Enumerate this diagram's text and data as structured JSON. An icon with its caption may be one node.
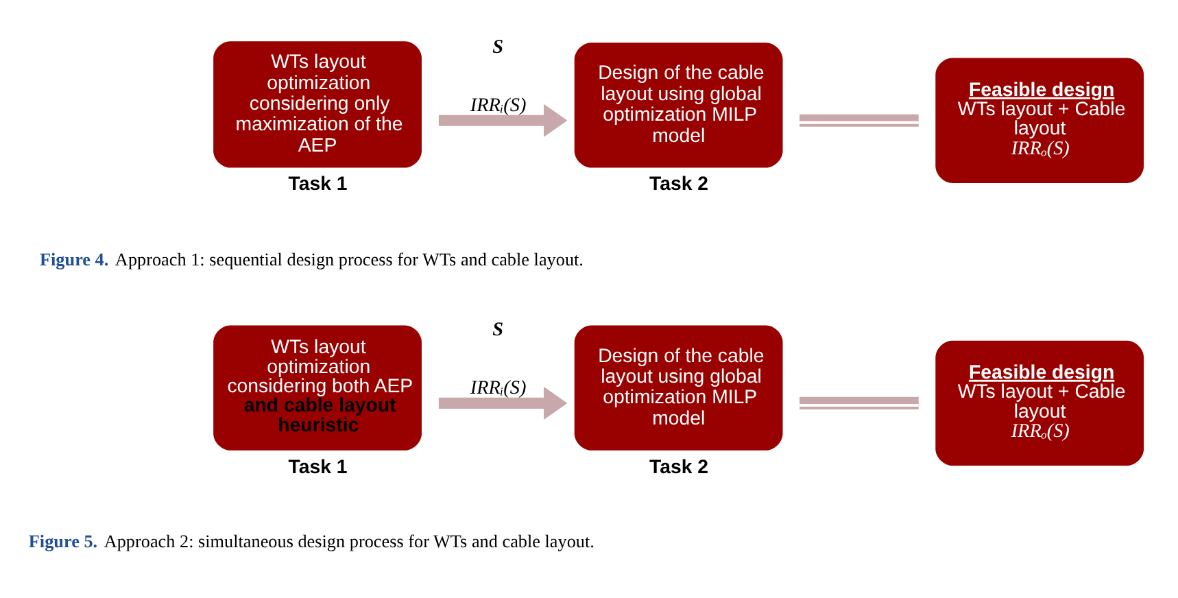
{
  "diagram": {
    "nodes": [
      {
        "text": [
          "WTs layout optimization considering only maximization of the AEP"
        ],
        "beside": [
          "Task 1"
        ]
      },
      {
        "text": [
          "Design of the cable layout using global optimization MILP model"
        ],
        "beside": [
          "Task 2"
        ]
      },
      {
        "text": [
          "Feasible design",
          "WTs layout + Cable layout",
          "IRRₒ(S)"
        ]
      },
      {
        "text": [
          "WTs layout optimization considering both AEP **and cable layout heuristic**"
        ],
        "beside": [
          "Task 1"
        ]
      },
      {
        "text": [
          "Design of the cable layout using global optimization MILP model"
        ],
        "beside": [
          "Task 2"
        ]
      },
      {
        "text": [
          "Feasible design",
          "WTs layout + Cable layout",
          "IRRₒ(S)"
        ]
      }
    ],
    "edges": [
      {
        "from": 0,
        "to": 1,
        "arrow": "to",
        "label": "S"
      },
      {
        "from": 1,
        "to": 2,
        "arrow": "none"
      },
      {
        "from": 3,
        "to": 4,
        "arrow": "to",
        "label": "S"
      },
      {
        "from": 4,
        "to": 5,
        "arrow": "none"
      }
    ],
    "labels": [
      "IRRᵢ(S)",
      "**Figure 4.** Approach 1: sequential design process for WTs and cable layout.",
      "IRRᵢ(S)",
      "**Figure 5.** Approach 2: simultaneous design process for WTs and cable layout."
    ]
  }
}
